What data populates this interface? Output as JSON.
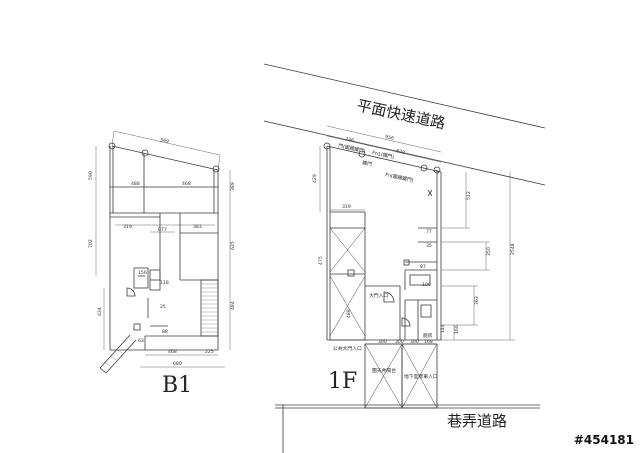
{
  "labels": {
    "road_top": "平面快速道路",
    "alley_road": "巷弄道路",
    "floor_1f": "1F",
    "floor_b1": "B1",
    "watermark": "#454181",
    "big_door_entry": "大門入口",
    "public_big_door_entry": "公共大門入口",
    "kitchen": "廚房",
    "alley_view": "圍天井陽台",
    "underground_entry": "地下室停車入口",
    "top_note_1": "門(圍牆鐵門)",
    "top_note_2": "Fn1(鐵門)",
    "top_note_3": "鐵門",
    "top_note_4": "Fn(圍牆鐵門)"
  },
  "b1_dims": {
    "top": "569",
    "w1": "488",
    "w2": "468",
    "left_h": "590",
    "right_h": "389",
    "s1": "319",
    "s2": "077",
    "s3": "383",
    "vert_left": "702",
    "vert_right": "625",
    "lower_left": "434",
    "lower_right": "484",
    "r156": "156",
    "r118": "118",
    "r25": "25",
    "r88": "88",
    "r63": "63",
    "bottom1": "468",
    "bottom2": "225",
    "bottom_total": "680"
  },
  "f1_dims": {
    "top_total": "956",
    "t1": "236",
    "t2": "620",
    "left_h": "429",
    "right1": "512",
    "d319": "319",
    "d475": "475",
    "d77": "77",
    "d35": "35",
    "d350": "350",
    "d87": "87",
    "d100": "100",
    "d363": "363",
    "d488": "488",
    "d144": "144",
    "d166": "166",
    "total_right": "2548",
    "b1": "300",
    "b2": "300",
    "b3": "300",
    "b4": "168"
  }
}
